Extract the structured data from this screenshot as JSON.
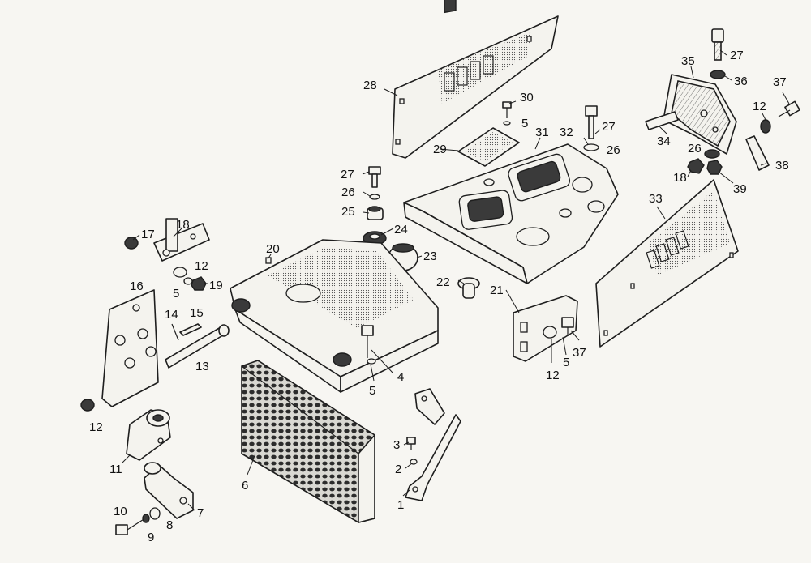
{
  "diagram": {
    "title": "Exploded parts diagram — hood, radiator grille and mounting brackets",
    "callouts": [
      {
        "id": "c1",
        "label": "1"
      },
      {
        "id": "c2",
        "label": "2"
      },
      {
        "id": "c3",
        "label": "3"
      },
      {
        "id": "c4",
        "label": "4"
      },
      {
        "id": "c5a",
        "label": "5"
      },
      {
        "id": "c5b",
        "label": "5"
      },
      {
        "id": "c5c",
        "label": "5"
      },
      {
        "id": "c5d",
        "label": "5"
      },
      {
        "id": "c6",
        "label": "6"
      },
      {
        "id": "c7",
        "label": "7"
      },
      {
        "id": "c8",
        "label": "8"
      },
      {
        "id": "c9",
        "label": "9"
      },
      {
        "id": "c10",
        "label": "10"
      },
      {
        "id": "c11",
        "label": "11"
      },
      {
        "id": "c12a",
        "label": "12"
      },
      {
        "id": "c12b",
        "label": "12"
      },
      {
        "id": "c12c",
        "label": "12"
      },
      {
        "id": "c12d",
        "label": "12"
      },
      {
        "id": "c13",
        "label": "13"
      },
      {
        "id": "c14",
        "label": "14"
      },
      {
        "id": "c15",
        "label": "15"
      },
      {
        "id": "c16",
        "label": "16"
      },
      {
        "id": "c17",
        "label": "17"
      },
      {
        "id": "c18a",
        "label": "18"
      },
      {
        "id": "c18b",
        "label": "18"
      },
      {
        "id": "c19",
        "label": "19"
      },
      {
        "id": "c20",
        "label": "20"
      },
      {
        "id": "c21",
        "label": "21"
      },
      {
        "id": "c22",
        "label": "22"
      },
      {
        "id": "c23",
        "label": "23"
      },
      {
        "id": "c24",
        "label": "24"
      },
      {
        "id": "c25",
        "label": "25"
      },
      {
        "id": "c26a",
        "label": "26"
      },
      {
        "id": "c26b",
        "label": "26"
      },
      {
        "id": "c26c",
        "label": "26"
      },
      {
        "id": "c27a",
        "label": "27"
      },
      {
        "id": "c27b",
        "label": "27"
      },
      {
        "id": "c27c",
        "label": "27"
      },
      {
        "id": "c28",
        "label": "28"
      },
      {
        "id": "c29",
        "label": "29"
      },
      {
        "id": "c30",
        "label": "30"
      },
      {
        "id": "c31",
        "label": "31"
      },
      {
        "id": "c32",
        "label": "32"
      },
      {
        "id": "c33",
        "label": "33"
      },
      {
        "id": "c34",
        "label": "34"
      },
      {
        "id": "c35",
        "label": "35"
      },
      {
        "id": "c36",
        "label": "36"
      },
      {
        "id": "c37a",
        "label": "37"
      },
      {
        "id": "c37b",
        "label": "37"
      },
      {
        "id": "c38",
        "label": "38"
      },
      {
        "id": "c39",
        "label": "39"
      }
    ]
  },
  "colors": {
    "paper": "#f7f6f2",
    "ink": "#1e1e1e"
  }
}
